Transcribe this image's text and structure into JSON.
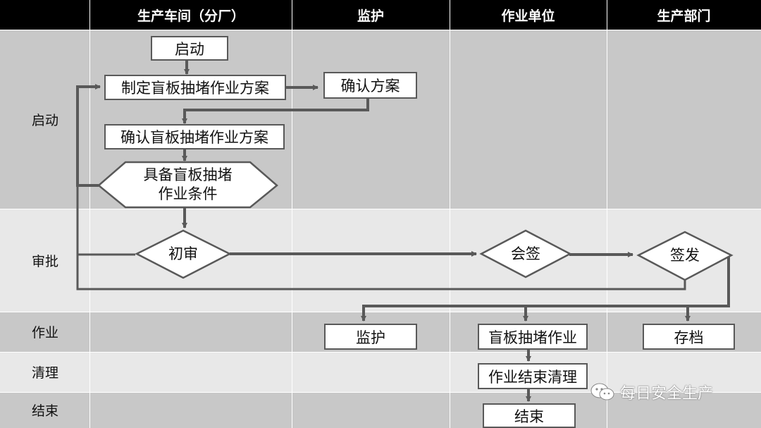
{
  "lanes": {
    "workshop": "生产车间（分厂）",
    "supervision": "监护",
    "operation_unit": "作业单位",
    "production_dept": "生产部门"
  },
  "phases": {
    "start": "启动",
    "approval": "审批",
    "work": "作业",
    "cleanup": "清理",
    "end": "结束"
  },
  "nodes": {
    "start": "启动",
    "make_plan": "制定盲板抽堵作业方案",
    "confirm_plan_short": "确认方案",
    "confirm_plan": "确认盲板抽堵作业方案",
    "conditions_line1": "具备盲板抽堵",
    "conditions_line2": "作业条件",
    "first_review": "初审",
    "countersign": "会签",
    "issue": "签发",
    "supervise": "监护",
    "blind_work": "盲板抽堵作业",
    "archive": "存档",
    "cleanup": "作业结束清理",
    "end": "结束"
  },
  "watermark": "每日安全生产",
  "colors": {
    "header_bg": "#000000",
    "band_dark": "#c8c8c8",
    "band_light": "#e8e8e8",
    "arrow": "#595959"
  }
}
